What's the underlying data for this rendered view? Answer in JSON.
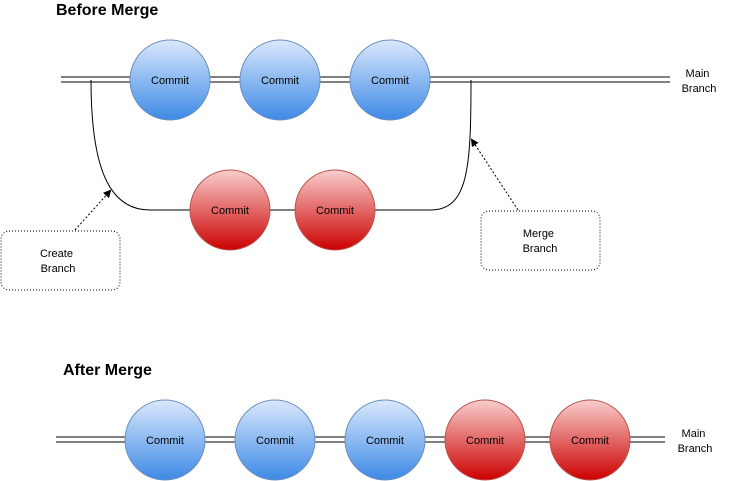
{
  "before": {
    "title": "Before Merge",
    "main_commits": [
      {
        "label": "Commit",
        "color": "blue"
      },
      {
        "label": "Commit",
        "color": "blue"
      },
      {
        "label": "Commit",
        "color": "blue"
      }
    ],
    "branch_commits": [
      {
        "label": "Commit",
        "color": "red"
      },
      {
        "label": "Commit",
        "color": "red"
      }
    ],
    "main_label": [
      "Main",
      "Branch"
    ],
    "create_callout": [
      "Create",
      "Branch"
    ],
    "merge_callout": [
      "Merge",
      "Branch"
    ]
  },
  "after": {
    "title": "After Merge",
    "commits": [
      {
        "label": "Commit",
        "color": "blue"
      },
      {
        "label": "Commit",
        "color": "blue"
      },
      {
        "label": "Commit",
        "color": "blue"
      },
      {
        "label": "Commit",
        "color": "red"
      },
      {
        "label": "Commit",
        "color": "red"
      }
    ],
    "main_label": [
      "Main",
      "Branch"
    ]
  },
  "colors": {
    "blue_top": "#dae8fc",
    "blue_bottom": "#3d8ae5",
    "blue_stroke": "#6c8ebf",
    "red_top": "#f8cecc",
    "red_bottom": "#cc0000",
    "red_stroke": "#b85450"
  }
}
